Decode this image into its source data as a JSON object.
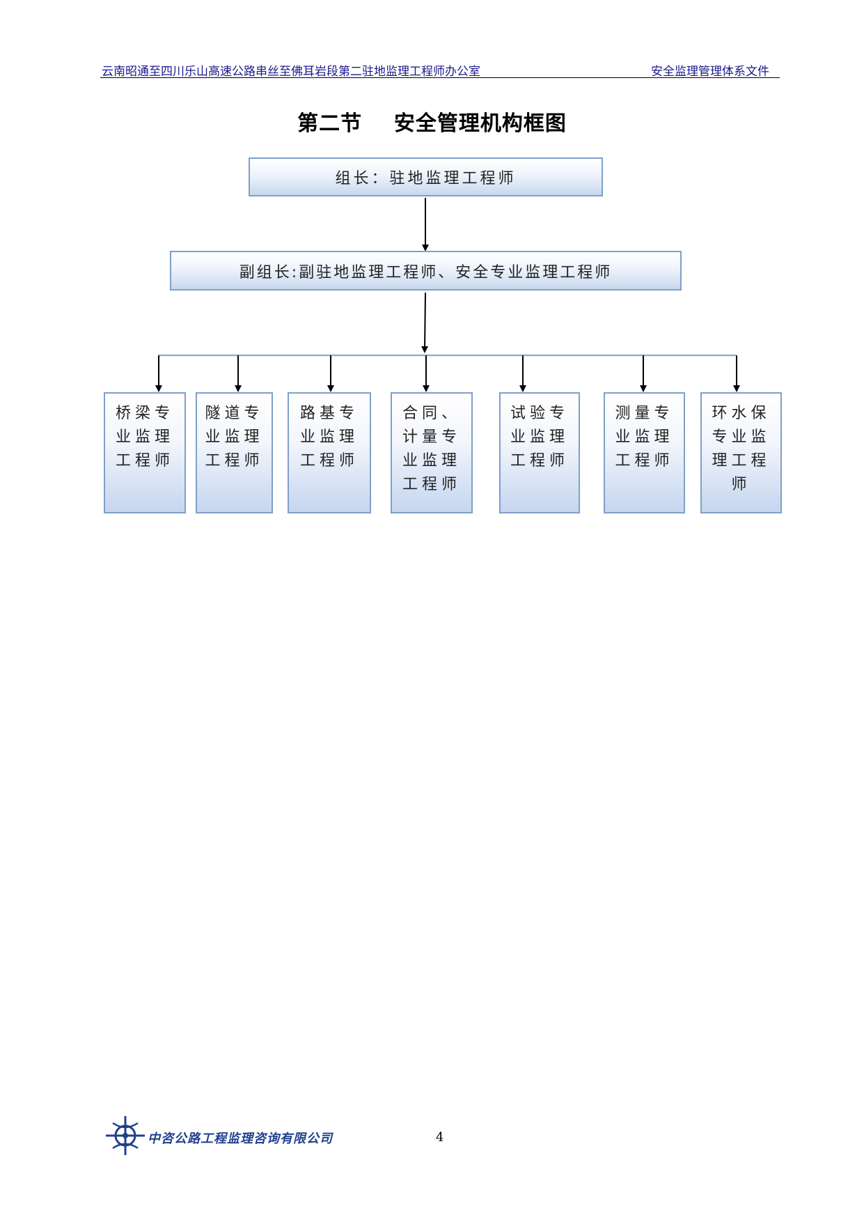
{
  "header": {
    "left_text": "云南昭通至四川乐山高速公路串丝至佛耳岩段第二驻地监理工程师办公室",
    "right_text": "安全监理管理体系文件"
  },
  "title": "第二节    安全管理机构框图",
  "org_chart": {
    "leader": "组长：驻地监理工程师",
    "deputy": "副组长:副驻地监理工程师、安全专业监理工程师",
    "members": [
      "桥梁专\n业监理\n工程师",
      "隧道专\n业监理\n工程师",
      "路基专\n业监理\n工程师",
      "合同、\n计量专\n业监理\n工程师",
      "试验专\n业监理\n工程师",
      "测量专\n业监理\n工程师",
      "环水保\n专业监\n理工程\n师"
    ]
  },
  "footer": {
    "company": "中咨公路工程监理咨询有限公司",
    "page_number": "4"
  },
  "colors": {
    "box_border": "#7f9fc8",
    "box_gradient_bottom": "#c5d6ef",
    "connector": "#000000",
    "header_text": "#1a1a8c",
    "logo": "#1f3f8f"
  },
  "icons": [
    "company-logo-icon"
  ]
}
